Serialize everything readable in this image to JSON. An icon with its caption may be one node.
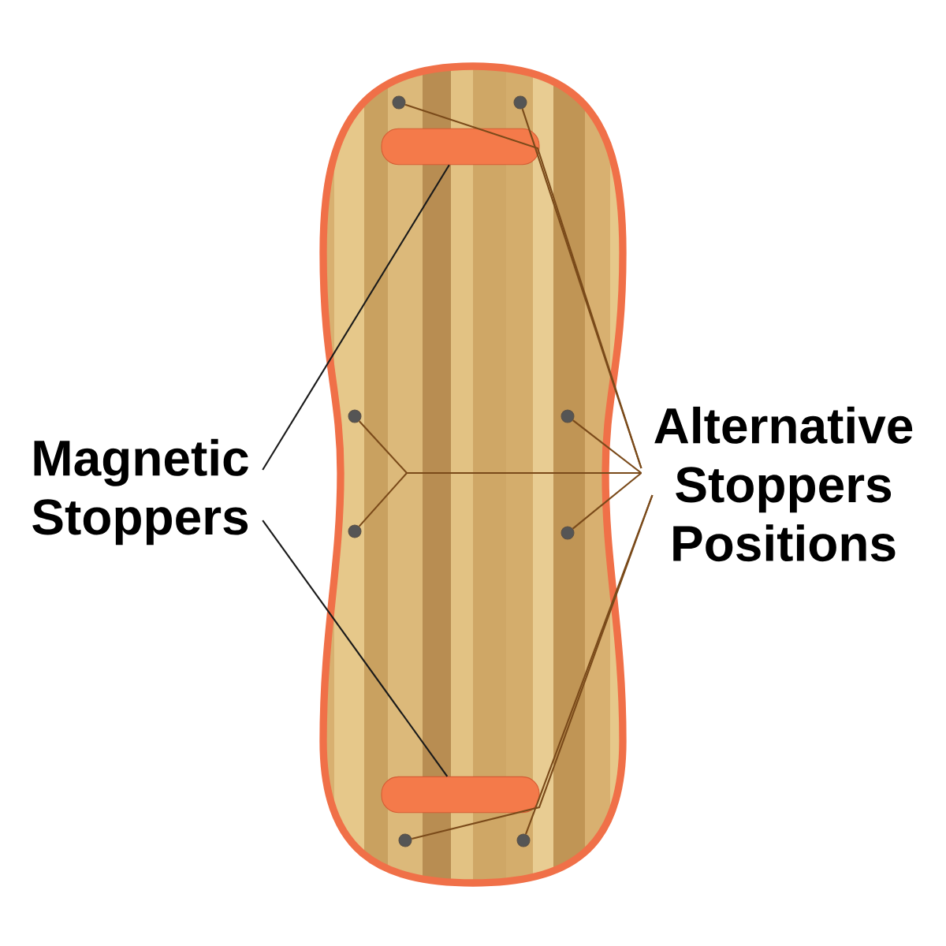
{
  "diagram": {
    "nodes": [
      {
        "text": [
          "Magnetic Stoppers"
        ]
      },
      {
        "text": [
          "Alternative Stoppers Positions"
        ]
      },
      {
        "text": [],
        "shape": "bar"
      },
      {
        "text": [],
        "shape": "bar"
      },
      {
        "text": [],
        "shape": "circle"
      },
      {
        "text": [],
        "shape": "circle"
      },
      {
        "text": [],
        "shape": "circle"
      },
      {
        "text": [],
        "shape": "circle"
      },
      {
        "text": [],
        "shape": "circle"
      },
      {
        "text": [],
        "shape": "circle"
      },
      {
        "text": [],
        "shape": "circle"
      },
      {
        "text": [],
        "shape": "circle"
      }
    ],
    "edges": [
      {
        "from": 0,
        "to": 2,
        "arrow": "none",
        "color": "#1a1a1a"
      },
      {
        "from": 0,
        "to": 3,
        "arrow": "none",
        "color": "#1a1a1a"
      },
      {
        "from": 1,
        "to": 4,
        "arrow": "none"
      },
      {
        "from": 1,
        "to": 5,
        "arrow": "none"
      },
      {
        "from": 1,
        "to": 6,
        "arrow": "none"
      },
      {
        "from": 1,
        "to": 7,
        "arrow": "none"
      },
      {
        "from": 1,
        "to": 8,
        "arrow": "none"
      },
      {
        "from": 1,
        "to": 9,
        "arrow": "none"
      },
      {
        "from": 1,
        "to": 10,
        "arrow": "none"
      },
      {
        "from": 1,
        "to": 11,
        "arrow": "none"
      }
    ]
  }
}
